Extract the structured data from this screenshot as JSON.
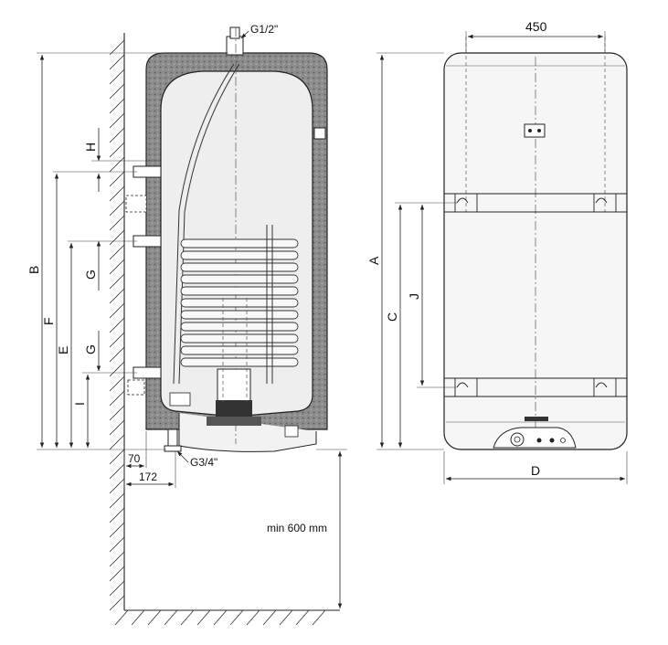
{
  "labels": {
    "conn_top": "G1/2\"",
    "conn_bottom": "G3/4\"",
    "width_top": "450",
    "min_clearance": "min 600 mm",
    "dim_70": "70",
    "dim_172": "172",
    "H": "H",
    "G_upper": "G",
    "G_lower": "G",
    "B": "B",
    "F": "F",
    "E": "E",
    "I": "I",
    "A": "A",
    "C": "C",
    "J": "J",
    "D": "D"
  },
  "colors": {
    "insulation": "#8c8c8c",
    "tank_fill": "#ececec",
    "shell": "#f4f4f4",
    "line": "#222222"
  }
}
